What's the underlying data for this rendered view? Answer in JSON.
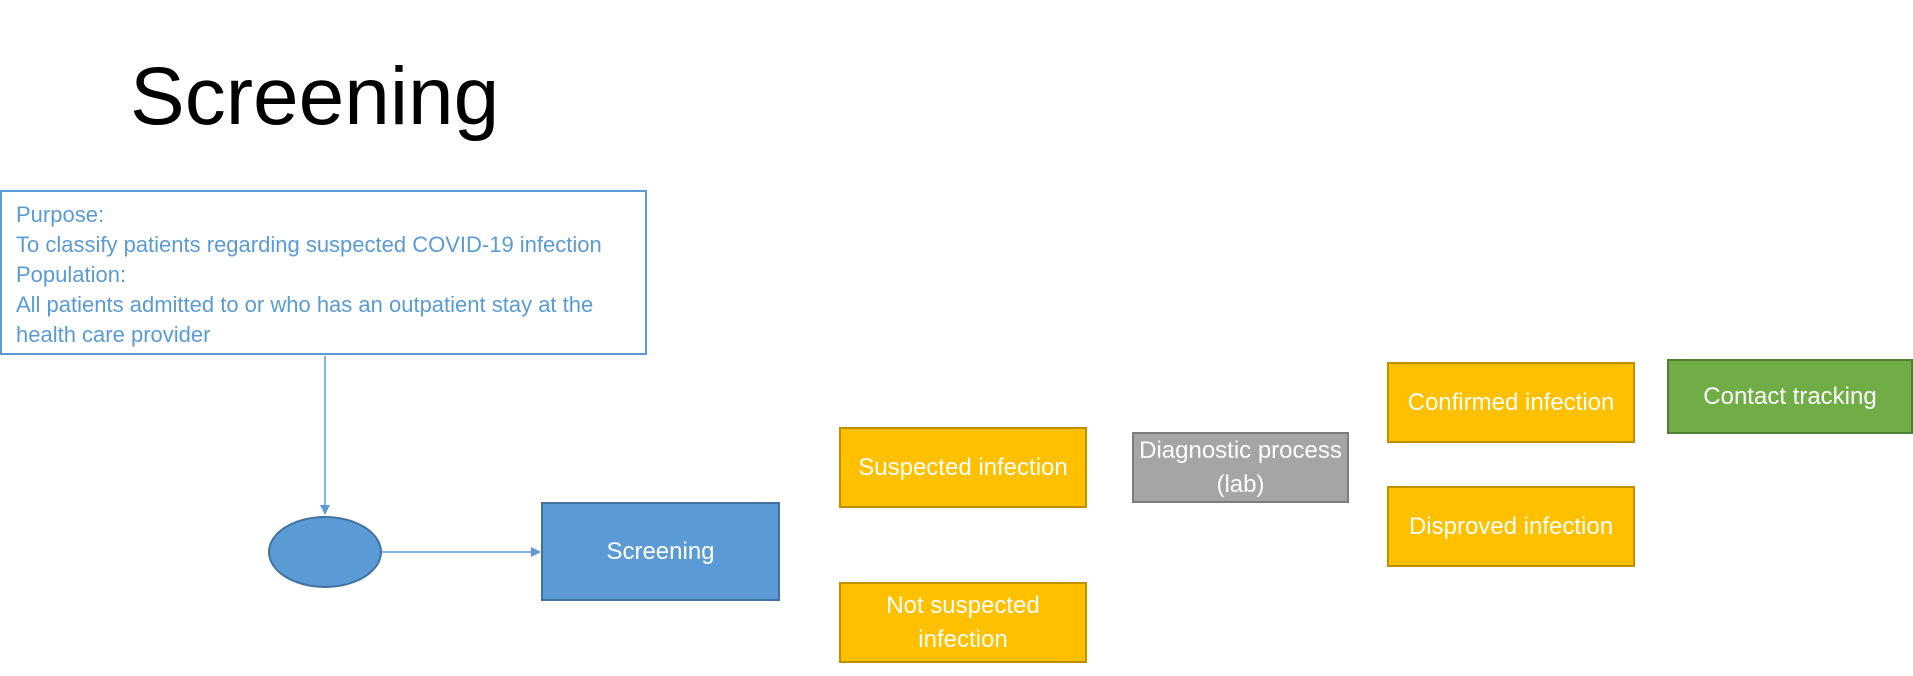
{
  "title": "Screening",
  "purpose_box": {
    "lines": [
      "Purpose:",
      "To classify patients regarding suspected COVID-19 infection",
      "Population:",
      "All patients admitted to or who has an outpatient stay at the health care provider"
    ]
  },
  "nodes": {
    "start": "",
    "screening": "Screening",
    "suspected": "Suspected infection",
    "not_suspected": "Not suspected infection",
    "diagnostic": "Diagnostic process (lab)",
    "confirmed": "Confirmed infection",
    "disproved": "Disproved infection",
    "contact": "Contact tracking"
  },
  "colors": {
    "blue": "#5B9BD5",
    "orange": "#FFC000",
    "grey": "#A5A5A5",
    "green": "#70AD47"
  }
}
